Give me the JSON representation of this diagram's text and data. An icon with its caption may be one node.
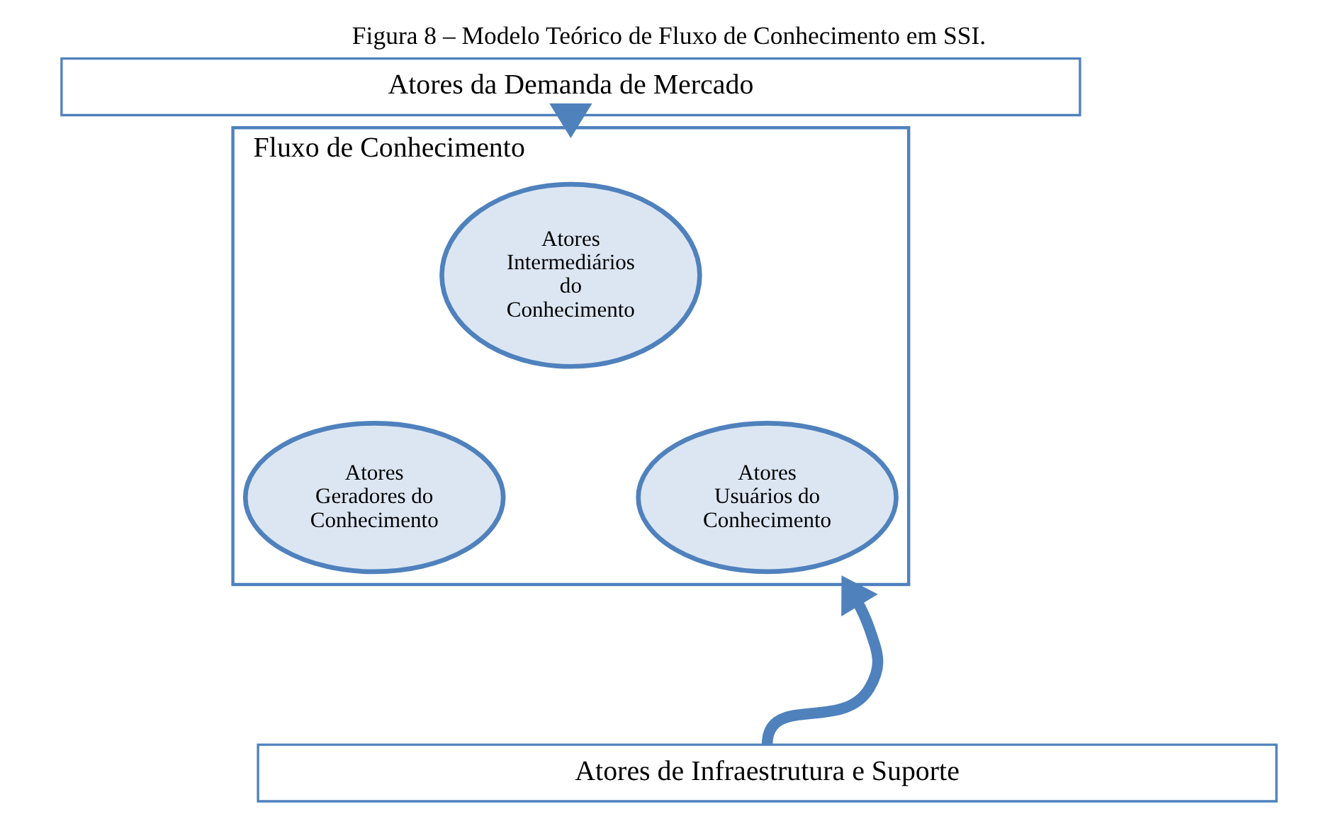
{
  "diagram": {
    "title": "Figura 8 – Modelo Teórico de Fluxo de Conhecimento em SSI.",
    "nodes": [
      {
        "text": [
          "Atores da Demanda de Mercado"
        ]
      },
      {
        "text": [
          "Fluxo de Conhecimento"
        ]
      },
      {
        "text": [
          "Atores Intermediários do Conhecimento"
        ],
        "in": 1
      },
      {
        "text": [
          "Atores Geradores do Conhecimento"
        ],
        "in": 1
      },
      {
        "text": [
          "Atores Usuários do Conhecimento"
        ],
        "in": 1
      },
      {
        "text": [
          "Atores de Infraestrutura e Suporte"
        ]
      }
    ],
    "edges": [
      {
        "from": 0,
        "to": 1,
        "arrow": "to"
      },
      {
        "from": 5,
        "to": 1,
        "arrow": "to"
      }
    ]
  }
}
